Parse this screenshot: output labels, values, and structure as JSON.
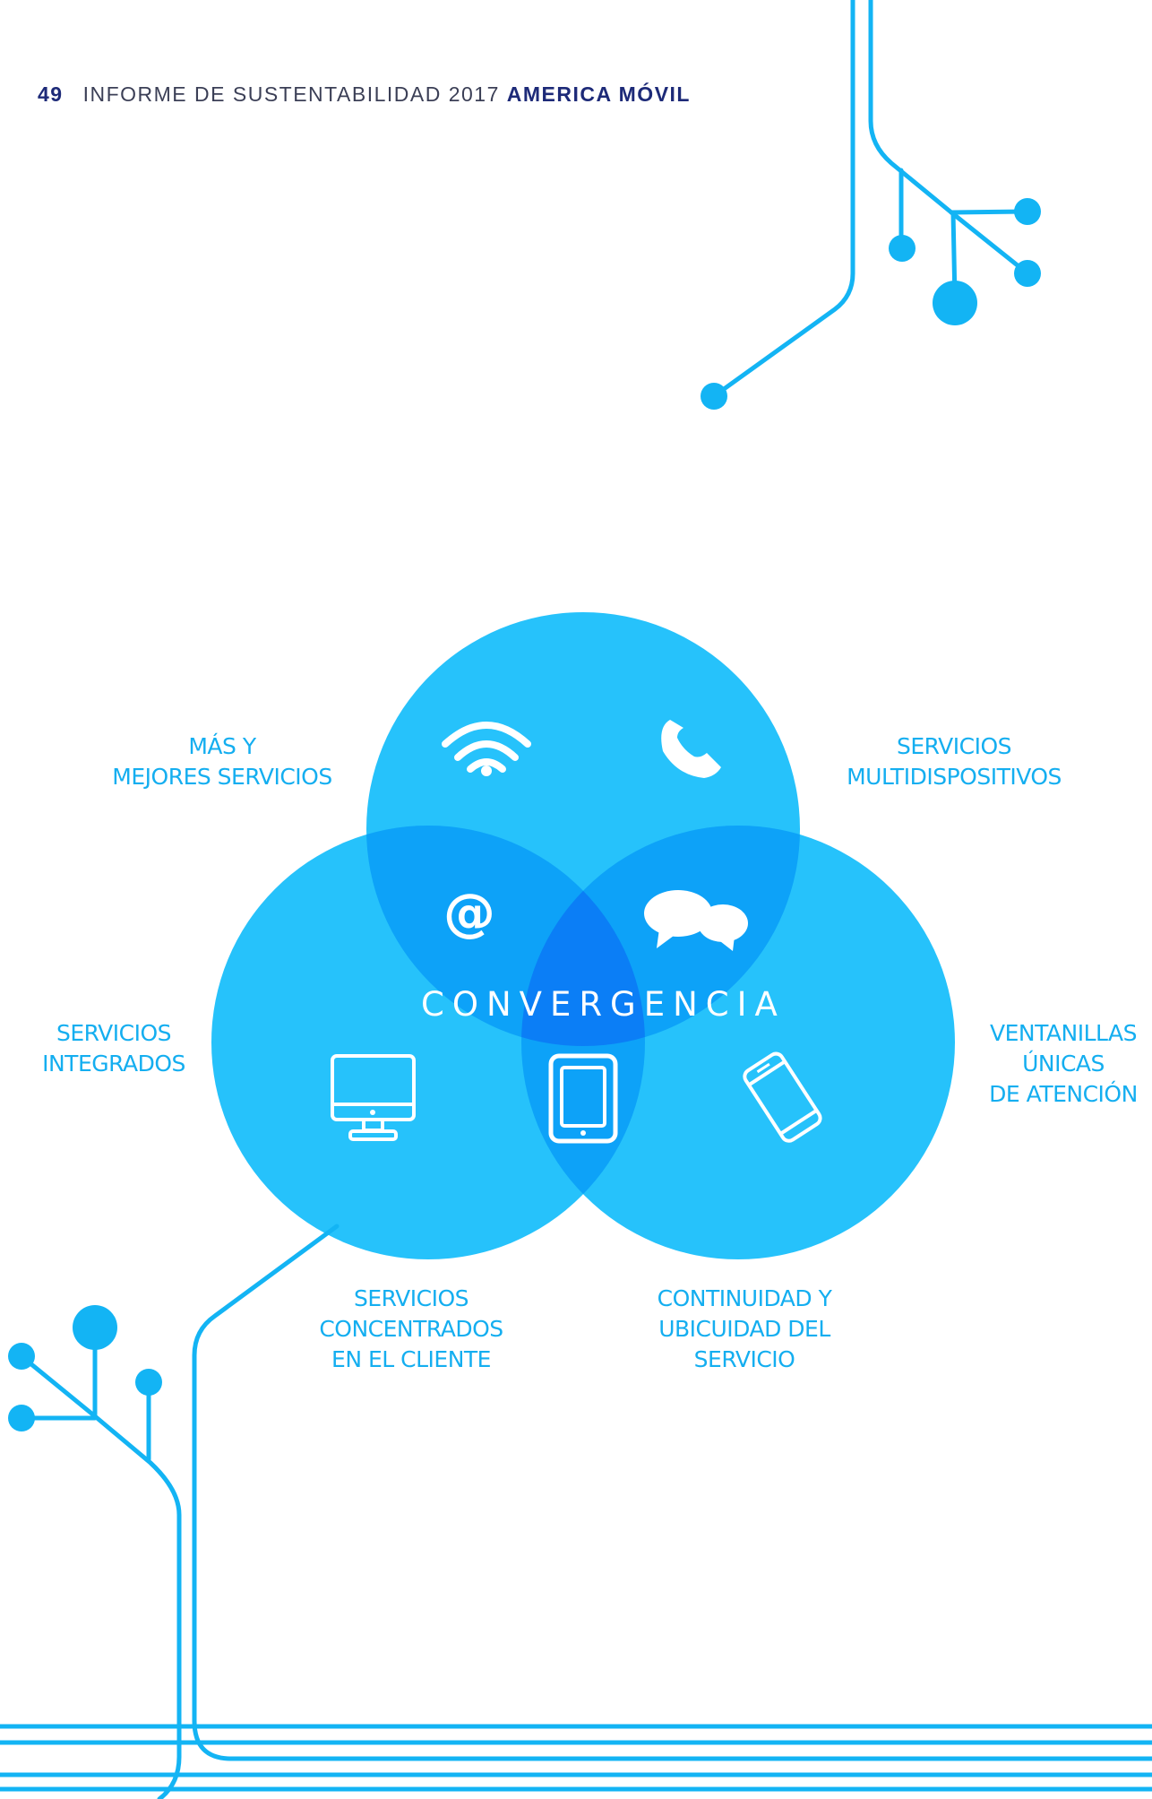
{
  "header": {
    "page_number": "49",
    "report_title": "INFORME DE SUSTENTABILIDAD 2017",
    "company": "AMERICA MÓVIL"
  },
  "diagram": {
    "center_label": "CONVERGENCIA",
    "icons": [
      "wifi-icon",
      "phone-icon",
      "at-sign-icon",
      "chat-bubbles-icon",
      "desktop-monitor-icon",
      "tablet-icon",
      "smartphone-icon"
    ],
    "labels": {
      "more_services": "MÁS Y\nMEJORES SERVICIOS",
      "multidevice": "SERVICIOS\nMULTIDISPOSITIVOS",
      "integrated": "SERVICIOS\nINTEGRADOS",
      "one_stop": "VENTANILLAS\nÚNICAS\nDE ATENCIÓN",
      "customer_focused": "SERVICIOS\nCONCENTRADOS\nEN EL CLIENTE",
      "continuity": "CONTINUIDAD Y\nUBICUIDAD DEL\nSERVICIO"
    }
  },
  "colors": {
    "circle": "#1fc0fb",
    "line": "#13b4f4",
    "header_text": "#3b3f56",
    "brand": "#1d2a78",
    "label": "#14aef0"
  }
}
